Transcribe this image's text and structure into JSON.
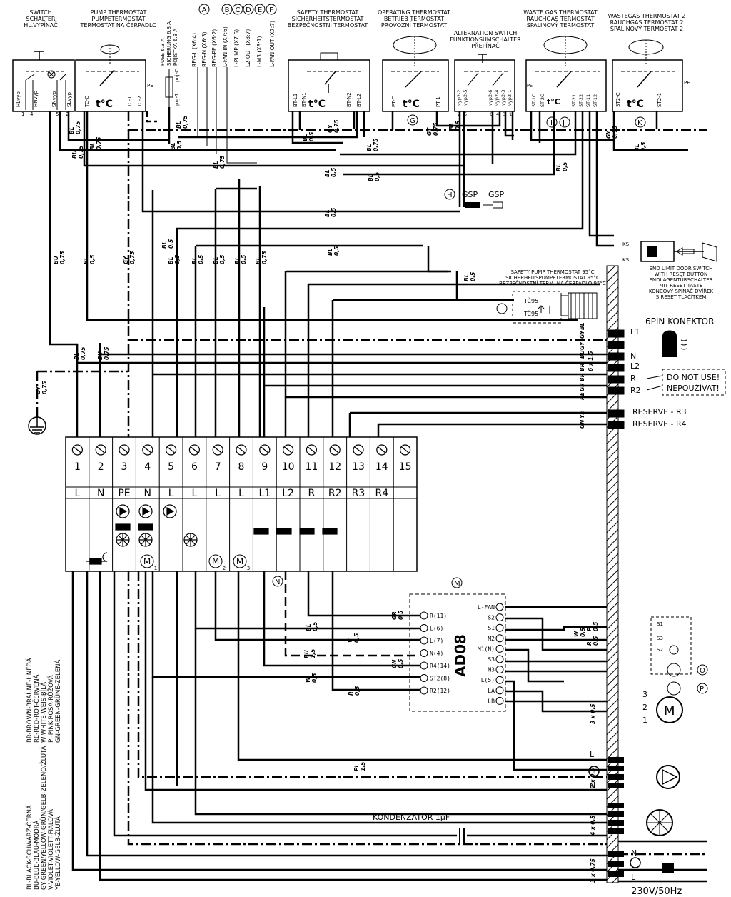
{
  "components": {
    "switch": [
      "SWITCH",
      "SCHALTER",
      "HL.VYPÍNAČ"
    ],
    "switch_pins": [
      "HLvyp",
      "HNvyp",
      "SNvyp",
      "SLvyp"
    ],
    "pump_thermostat": [
      "PUMP THERMOSTAT",
      "PUMPETERMOSTAT",
      "TERMOSTAT NA ČERPADLO"
    ],
    "pump_thermo_pins": [
      "TC-C",
      "TC-1",
      "TC-2"
    ],
    "fuse": [
      "FUSE 6.3 A",
      "SICHERUNG 6.3 A",
      "POJISTKA 6.3 A"
    ],
    "fuse_pins": [
      "poj-1",
      "poj-C"
    ],
    "safety_thermostat": [
      "SAFETY THERMOSTAT",
      "SICHERHEITSTERMOSTAT",
      "BEZPEČNOSTNÍ TERMOSTAT"
    ],
    "safety_pins": [
      "BT-L1",
      "BT-N1",
      "BT-N2",
      "BT-L2"
    ],
    "operating_thermostat": [
      "OPERATING THERMOSTAT",
      "BETRIEB TERMOSTAT",
      "PROVOZNÍ TERMOSTAT"
    ],
    "operating_pins": [
      "PT-C",
      "PT-1"
    ],
    "alternation_switch": [
      "ALTERNATION SWITCH",
      "FUNKTIONSUMSCHALTER",
      "PŘEPÍNAČ"
    ],
    "alternation_pins": [
      "vyp2-2",
      "vyp2-5",
      "vyp2-6",
      "vyp2-4",
      "vyp2-3",
      "vyp2-1"
    ],
    "waste_gas_thermostat": [
      "WASTE GAS THERMOSTAT",
      "RAUCHGAS TERMOSTAT",
      "SPALINOVÝ TERMOSTAT"
    ],
    "waste_gas_pins": [
      "ST-1C",
      "ST-2C",
      "ST-21",
      "ST-22",
      "ST-11",
      "ST-12"
    ],
    "waste_gas_thermostat_2": [
      "WASTEGAS THERMOSTAT 2",
      "RAUCHGAS TERMOSTAT 2",
      "SPALINOVÝ TERMOSTAT 2"
    ],
    "waste_gas2_pins": [
      "ST2-C",
      "ST2-1"
    ],
    "tc_symbol": "t°C",
    "pe": "PE",
    "pin_numbers": [
      "1",
      "4",
      "5",
      "2",
      "2",
      "5",
      "6",
      "4",
      "3",
      "1"
    ]
  },
  "reg_labels": [
    "REG-L (X6:4)",
    "REG-N (X6:3)",
    "REG-PE (X6:2)",
    "L-FAN IN (X7:6)",
    "L-PUMP (X7:5)",
    "L2-OUT (X8:7)",
    "L-M3 (X8:1)",
    "L-FAN OUT (X7:7)"
  ],
  "circle_letters": [
    "A",
    "B",
    "C",
    "D",
    "E",
    "F",
    "G",
    "H",
    "I",
    "J",
    "K",
    "L",
    "M",
    "N",
    "O",
    "P"
  ],
  "wire_labels": {
    "bl": "BL",
    "bu": "BU",
    "gy": "GY",
    "gr": "GR",
    "w": "W",
    "v": "V",
    "r": "R",
    "gn": "GN",
    "pi": "PI",
    "p": "P",
    "s075": "0,75",
    "s05": "0,5",
    "s15": "1,5",
    "gsp": "GSP",
    "ks": "KS"
  },
  "end_limit_switch": [
    "END LIMIT DOOR SWITCH",
    "WITH RESET BUTTON",
    "ENDLAGENTÜRSCHALTER",
    "MIT RESET TASTE",
    "KONCOVÝ SPÍNAČ DVÍŘEK",
    "S RESET TLAČÍTKEM"
  ],
  "safety_pump_thermostat": [
    "SAFETY PUMP THERMOSTAT 95°C",
    "SICHERHEITSPUMPETERMOSTAT 95°C",
    "BEZPEČNOSTNÍ TERM. NA ČERPADLO 95°C"
  ],
  "tc95": "TČ95",
  "connector": {
    "title": "6PIN KONEKTOR",
    "pins": [
      "L1",
      "N",
      "L2",
      "R",
      "R2"
    ],
    "colors": [
      "GY",
      "BL",
      "BU",
      "GY",
      "BR",
      "BR",
      "GR",
      "BR",
      "RE",
      "GR",
      "RE"
    ],
    "cable": "6 x 1,5",
    "warning": [
      "DO NOT USE!",
      "NEPOUŽÍVAT!"
    ],
    "reserve": [
      "RESERVE - R3",
      "RESERVE - R4"
    ],
    "reserve_colors": [
      "GN",
      "YE"
    ]
  },
  "terminal": {
    "numbers": [
      "1",
      "2",
      "3",
      "4",
      "5",
      "6",
      "7",
      "8",
      "9",
      "10",
      "11",
      "12",
      "13",
      "14",
      "15"
    ],
    "labels": [
      "L",
      "N",
      "PE",
      "N",
      "L",
      "L",
      "L",
      "L",
      "L1",
      "L2",
      "R",
      "R2",
      "R3",
      "R4",
      ""
    ],
    "motors": [
      "M",
      "M",
      "M"
    ],
    "motor_subs": [
      "1",
      "2",
      "3"
    ]
  },
  "ad08": {
    "name": "AD08",
    "left_pins": [
      "R(11)",
      "L(6)",
      "L(7)",
      "N(4)",
      "R4(14)",
      "ST2(8)",
      "R2(12)"
    ],
    "right_pins": [
      "L-FAN",
      "S2",
      "S1",
      "M2",
      "M1(N)",
      "S3",
      "M3",
      "L(5)",
      "LA",
      "LB"
    ]
  },
  "motor_block": {
    "pins": [
      "3",
      "2",
      "1"
    ],
    "switches": [
      "S1",
      "S3",
      "S2"
    ],
    "cable": "3 x 0,5",
    "colors": [
      "BR",
      "BR",
      "W",
      "BU"
    ]
  },
  "color_legend": [
    "BR-BROWN-BRAUNE-HNĚDÁ",
    "RE-RED-ROT-ČERVENÁ",
    "W-WHITE-WEIS-BÍLÁ",
    "PI-PINK-ROSA-RŮŽOVÁ",
    "GN-GREEN-GRÜNE-ZELENÁ",
    "BL-BLACK-SCHWARZ-ČERNÁ",
    "BU-BLUE-BLAU-MODRÁ",
    "GY-GREEN/YELLOW-GRÜN/GELB-ZELENO/ŽLUTÁ",
    "V-VIOLET-VIOLETT-FIALOVÁ",
    "YE-YELLOW-GELB-ŽLUTÁ"
  ],
  "kondenzator": "KONDENZATOR 1μF",
  "bottom_cables": [
    "3 x 0,5",
    "4 x 0,5",
    "3 x 0,75"
  ],
  "bottom_pins": [
    "L",
    "N",
    "N",
    "L"
  ],
  "mains": "230V/50Hz"
}
